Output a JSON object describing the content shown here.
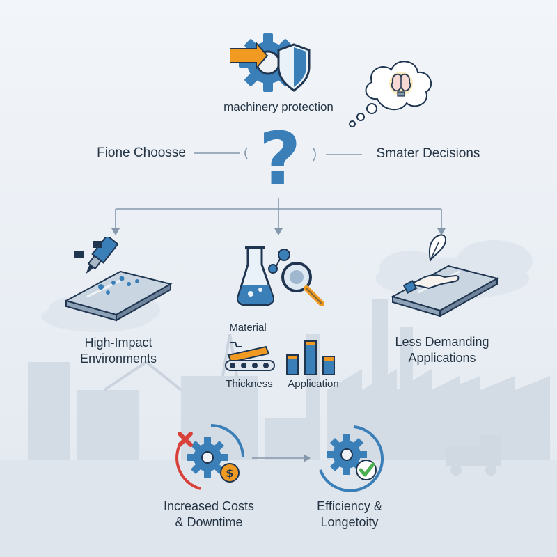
{
  "header": {
    "title": "machinery protection"
  },
  "decision": {
    "left": "Fione Choosse",
    "right": "Smater Decisions",
    "symbol": "?"
  },
  "branches": {
    "left": {
      "line1": "High-Impact",
      "line2": "Environments"
    },
    "center": {
      "material": "Material",
      "thickness": "Thickness",
      "application": "Application"
    },
    "right": {
      "line1": "Less Demanding",
      "line2": "Applications"
    }
  },
  "outcomes": {
    "bad": {
      "line1": "Increased Costs",
      "line2": "& Downtime"
    },
    "good": {
      "line1": "Efficiency &",
      "line2": "Longetoity"
    }
  },
  "colors": {
    "primary_blue": "#3b7fb8",
    "navy": "#1f3550",
    "accent_orange": "#f09a22",
    "alert_red": "#d9403a",
    "success_green": "#4cb050",
    "skyline": "#c9d3de"
  }
}
